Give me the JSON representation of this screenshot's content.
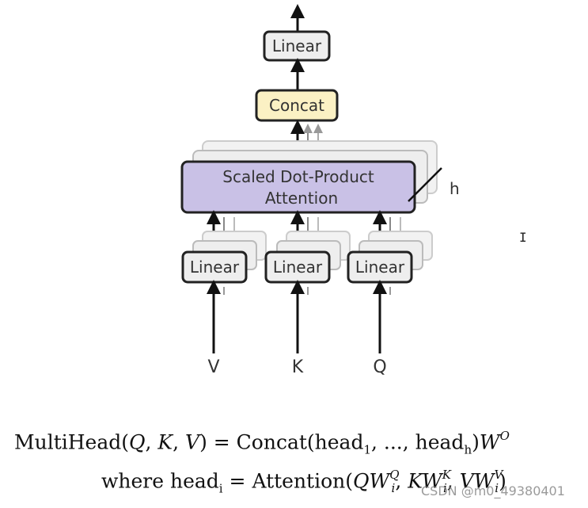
{
  "diagram": {
    "boxes": {
      "top_linear": "Linear",
      "concat": "Concat",
      "attention_line1": "Scaled Dot-Product",
      "attention_line2": "Attention",
      "linear_v": "Linear",
      "linear_k": "Linear",
      "linear_q": "Linear"
    },
    "heads_label": "h",
    "inputs": {
      "v": "V",
      "k": "K",
      "q": "Q"
    },
    "colors": {
      "linear_fill": "#eeeeee",
      "concat_fill": "#fbf1c4",
      "attention_fill": "#c9c1e6",
      "stroke": "#222222"
    }
  },
  "formulas": {
    "line1": {
      "prefix": "MultiHead(",
      "q": "Q",
      "sep1": ", ",
      "k": "K",
      "sep2": ", ",
      "v": "V",
      "middle": ") = Concat(head",
      "sub1": "1",
      "dots": ", ..., head",
      "subh": "h",
      "close": ")",
      "w": "W",
      "sup_o": "O"
    },
    "line2": {
      "prefix": "where head",
      "sub_i": "i",
      "eq": " = Attention(",
      "q": "Q",
      "w1": "W",
      "sub1": "i",
      "sup1": "Q",
      "sep1": ", ",
      "k": "K",
      "w2": "W",
      "sub2": "i",
      "sup2": "K",
      "sep2": ", ",
      "v": "V",
      "w3": "W",
      "sub3": "i",
      "sup3": "V",
      "close": ")"
    }
  },
  "watermark": "CSDN @m0_49380401",
  "cursor_glyph": "I"
}
